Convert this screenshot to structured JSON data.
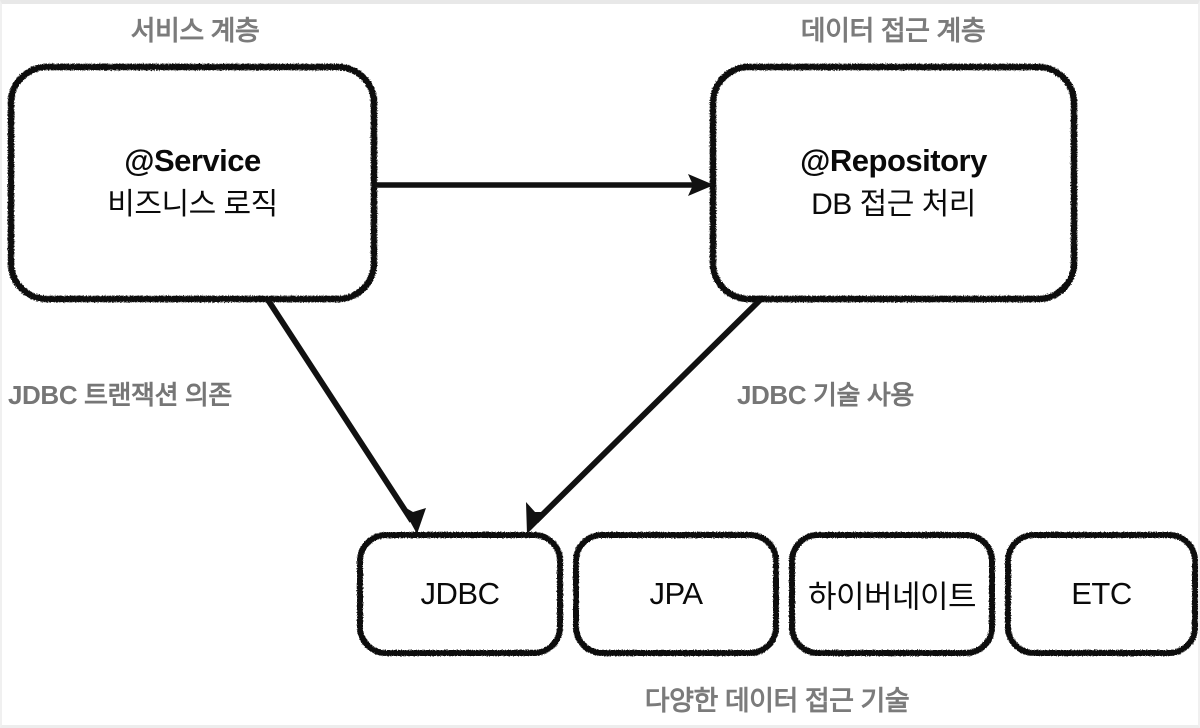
{
  "diagram": {
    "title_service_layer": "서비스 계층",
    "title_data_access_layer": "데이터 접근 계층",
    "caption": "다양한 데이터 접근 기술",
    "colors": {
      "stroke": "#111111",
      "label_gray": "#7b7b7b",
      "text_black": "#0a0a0a",
      "background": "#ffffff",
      "frame_gray": "#e8e8e8"
    },
    "nodes": {
      "service": {
        "line1": "@Service",
        "line2": "비즈니스 로직"
      },
      "repository": {
        "line1": "@Repository",
        "line2": "DB 접근 처리"
      },
      "tech": [
        {
          "label": "JDBC"
        },
        {
          "label": "JPA"
        },
        {
          "label": "하이버네이트"
        },
        {
          "label": "ETC"
        }
      ]
    },
    "edges": {
      "service_to_repository": "",
      "service_to_jdbc_label": "JDBC 트랜잭션 의존",
      "repository_to_jdbc_label": "JDBC 기술 사용"
    }
  }
}
